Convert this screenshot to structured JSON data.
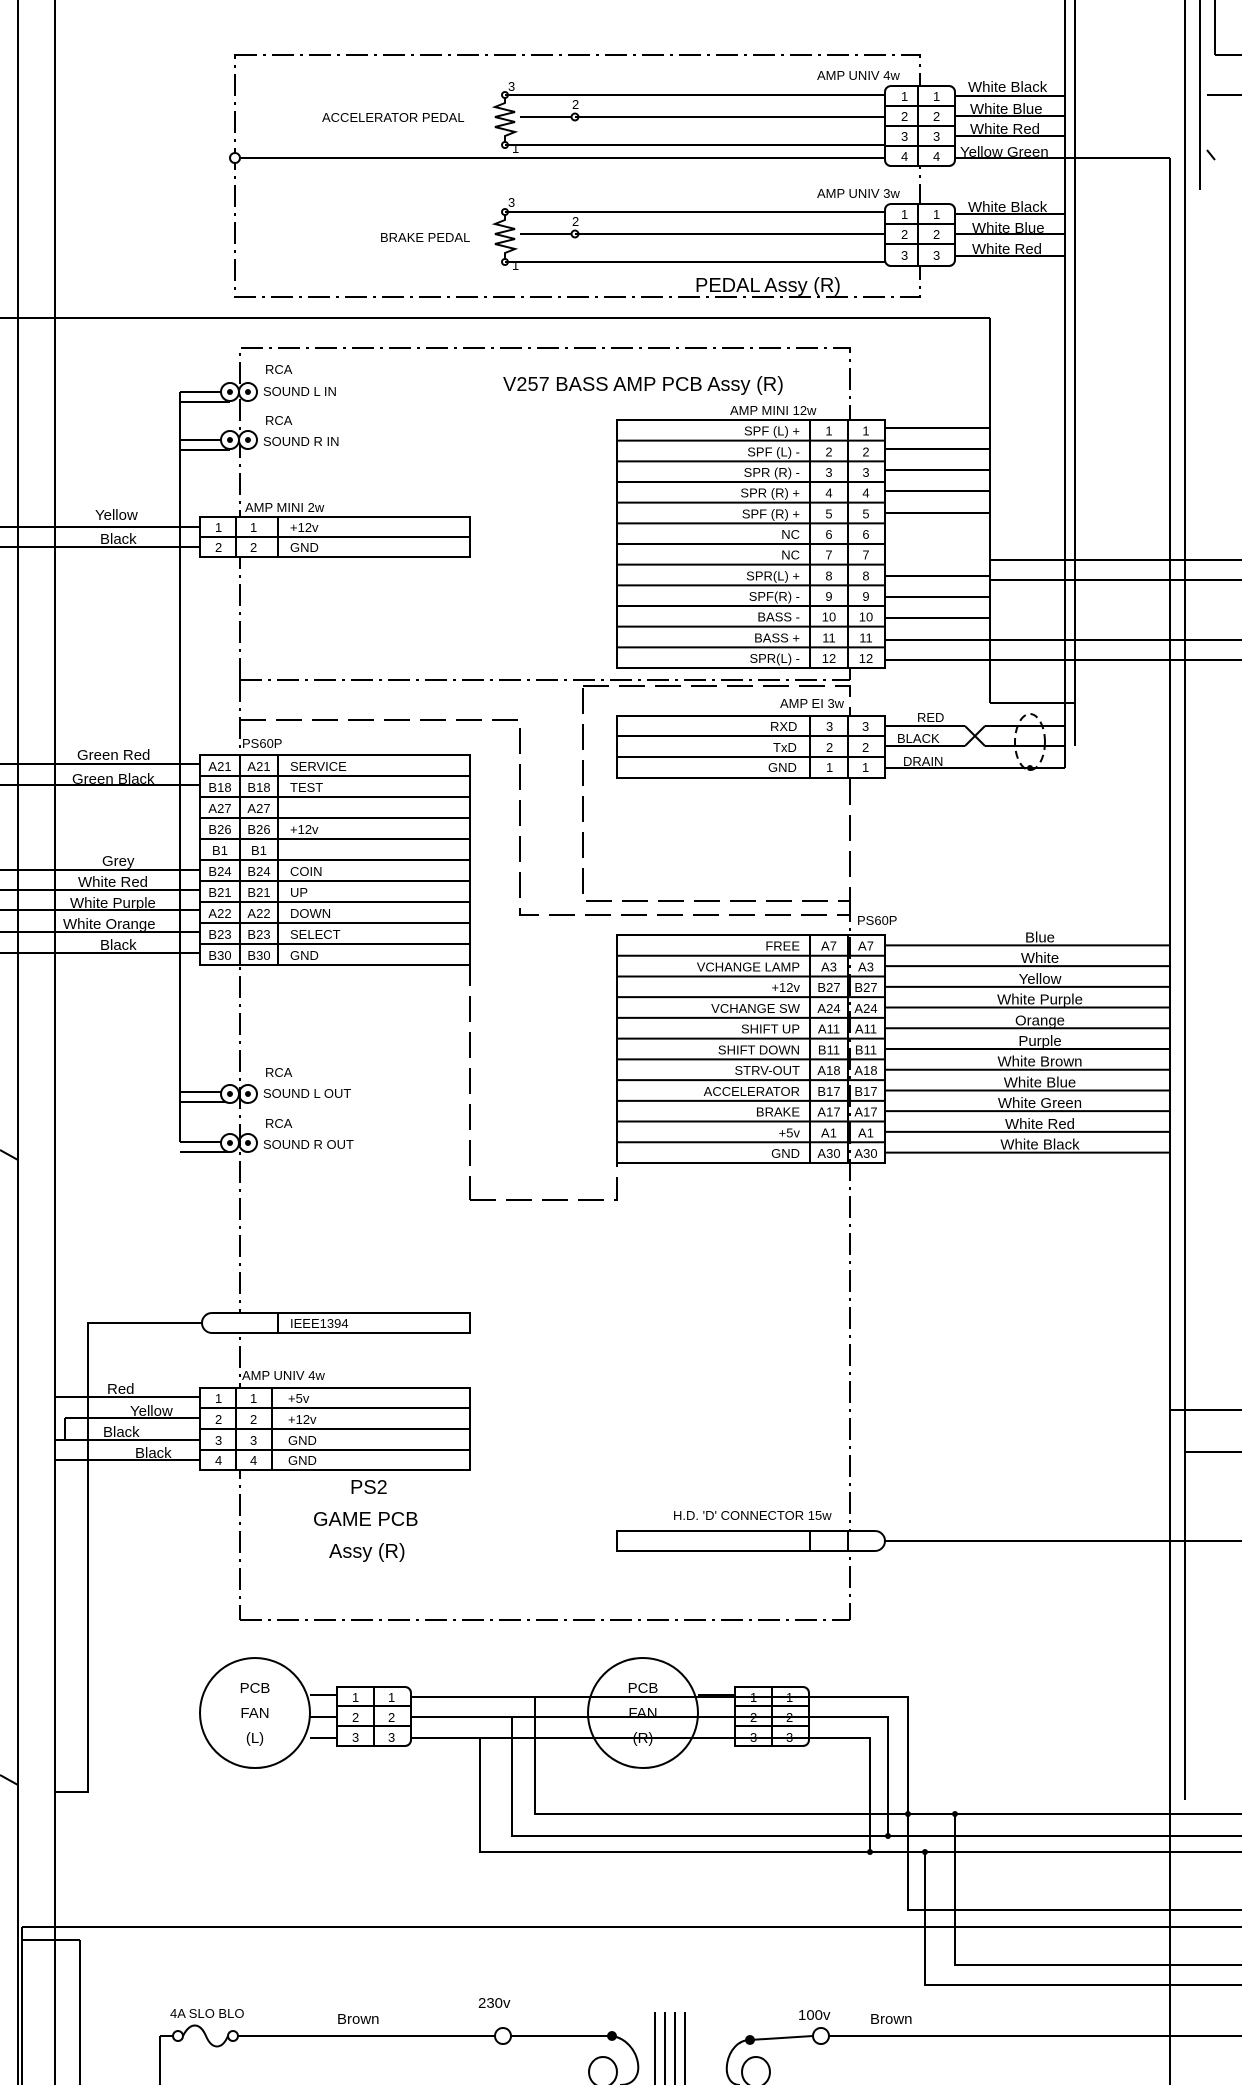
{
  "pedal": {
    "title": "PEDAL Assy (R)",
    "accelerator": "ACCELERATOR PEDAL",
    "brake": "BRAKE PEDAL",
    "conn4": "AMP UNIV 4w",
    "conn3": "AMP UNIV 3w",
    "pins": [
      "1",
      "2",
      "3",
      "4"
    ],
    "pot_pins": [
      "3",
      "2",
      "1"
    ],
    "wires4": [
      "White Black",
      "White Blue",
      "White Red",
      "Yellow Green"
    ],
    "wires3": [
      "White Black",
      "White Blue",
      "White Red"
    ]
  },
  "amp": {
    "title": "V257 BASS AMP PCB Assy (R)",
    "conn": "AMP MINI 12w",
    "pins": [
      "1",
      "2",
      "3",
      "4",
      "5",
      "6",
      "7",
      "8",
      "9",
      "10",
      "11",
      "12"
    ],
    "signals": [
      "SPF (L) +",
      "SPF (L) -",
      "SPR (R) -",
      "SPR (R) +",
      "SPF (R) +",
      "NC",
      "NC",
      "SPR(L) +",
      "SPF(R) -",
      "BASS -",
      "BASS +",
      "SPR(L) -"
    ],
    "ei_conn": "AMP EI 3w",
    "ei_signals": [
      "RXD",
      "TxD",
      "GND"
    ],
    "ei_pins": [
      "3",
      "2",
      "1"
    ],
    "ei_wires": [
      "RED",
      "BLACK",
      "DRAIN"
    ]
  },
  "rca": [
    {
      "type": "RCA",
      "label": "SOUND L IN"
    },
    {
      "type": "RCA",
      "label": "SOUND R IN"
    },
    {
      "type": "RCA",
      "label": "SOUND L OUT"
    },
    {
      "type": "RCA",
      "label": "SOUND R OUT"
    }
  ],
  "mini2": {
    "conn": "AMP MINI 2w",
    "pins": [
      "1",
      "2"
    ],
    "signals": [
      "+12v",
      "GND"
    ],
    "wires": [
      "Yellow",
      "Black"
    ]
  },
  "ps60_left": {
    "conn": "PS60P",
    "pins": [
      "A21",
      "B18",
      "A27",
      "B26",
      "B1",
      "B24",
      "B21",
      "A22",
      "B23",
      "B30"
    ],
    "signals": [
      "SERVICE",
      "TEST",
      "",
      "+12v",
      "",
      "COIN",
      "UP",
      "DOWN",
      "SELECT",
      "GND"
    ],
    "wires": [
      "Green Red",
      "Green Black",
      "Grey",
      "White Red",
      "White Purple",
      "White Orange",
      "Black"
    ]
  },
  "ps60_right": {
    "conn": "PS60P",
    "signals": [
      "FREE",
      "VCHANGE LAMP",
      "+12v",
      "VCHANGE SW",
      "SHIFT UP",
      "SHIFT DOWN",
      "STRV-OUT",
      "ACCELERATOR",
      "BRAKE",
      "+5v",
      "GND"
    ],
    "pins": [
      "A7",
      "A3",
      "B27",
      "A24",
      "A11",
      "B11",
      "A18",
      "B17",
      "A17",
      "A1",
      "A30"
    ],
    "wires": [
      "Blue",
      "White",
      "Yellow",
      "White Purple",
      "Orange",
      "Purple",
      "White Brown",
      "White Blue",
      "White Green",
      "White Red",
      "White Black"
    ]
  },
  "ieee": "IEEE1394",
  "univ4": {
    "conn": "AMP UNIV 4w",
    "pins": [
      "1",
      "2",
      "3",
      "4"
    ],
    "signals": [
      "+5v",
      "+12v",
      "GND",
      "GND"
    ],
    "wires": [
      "Red",
      "Yellow",
      "Black",
      "Black"
    ]
  },
  "game": {
    "line1": "PS2",
    "line2": "GAME PCB",
    "line3": "Assy (R)"
  },
  "hd": "H.D. 'D' CONNECTOR 15w",
  "fans": [
    {
      "l1": "PCB",
      "l2": "FAN",
      "l3": "(L)"
    },
    {
      "l1": "PCB",
      "l2": "FAN",
      "l3": "(R)"
    }
  ],
  "fan_pins": [
    "1",
    "2",
    "3"
  ],
  "power": {
    "fuse": "4A SLO BLO",
    "brown": "Brown",
    "v230": "230v",
    "v100": "100v"
  }
}
